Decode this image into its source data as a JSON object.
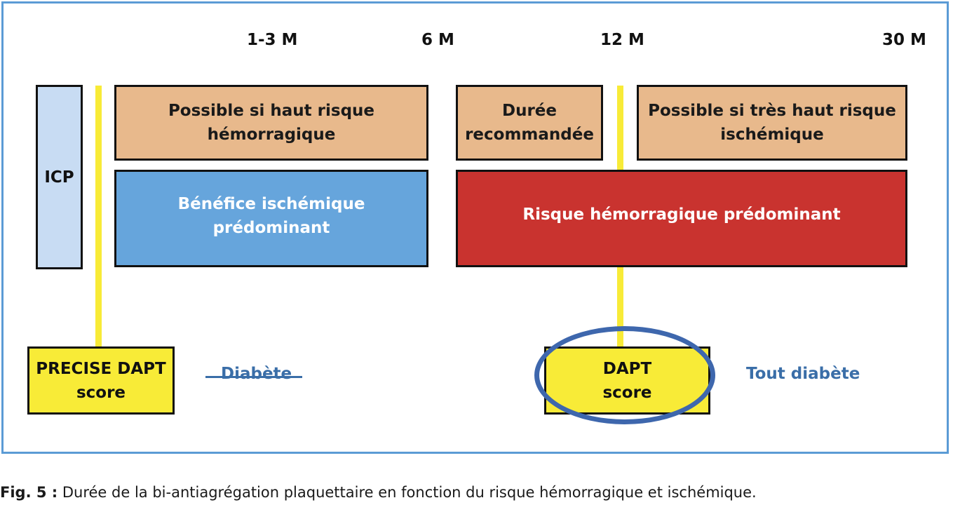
{
  "timeline": {
    "m1_3": "1-3 M",
    "m6": "6 M",
    "m12": "12 M",
    "m30": "30 M"
  },
  "boxes": {
    "icp": "ICP",
    "possible_hemorragique": "Possible si haut risque hémorragique",
    "duree_recommandee": "Durée recommandée",
    "possible_ischemique": "Possible si très haut risque ischémique",
    "benefice_ischemique": "Bénéfice ischémique prédominant",
    "risque_hemorragique": "Risque hémorragique prédominant",
    "precise_dapt": "PRECISE DAPT score",
    "dapt": "DAPT score"
  },
  "notes": {
    "diabete_struck": "Diabète",
    "tout_diabete": "Tout diabète"
  },
  "caption": {
    "prefix": "Fig. 5 :",
    "text": " Durée de la bi-antiagrégation plaquettaire en fonction du risque hémorragique et ischémique."
  },
  "colors": {
    "frame": "#5b9bd5",
    "tan": "#e8b98c",
    "blue": "#66a5dc",
    "red": "#c9332f",
    "light_blue": "#c8dcf3",
    "yellow": "#f8eb37",
    "ellipse": "#3e67ad",
    "note_text": "#3a6ea8"
  }
}
